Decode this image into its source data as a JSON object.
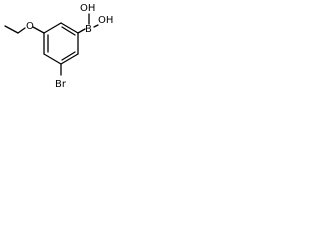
{
  "molecule": {
    "atoms": {
      "boron": "B",
      "hydroxyl_top": "OH",
      "hydroxyl_bottom": "OH",
      "ether_oxygen": "O",
      "bromine": "Br"
    }
  }
}
